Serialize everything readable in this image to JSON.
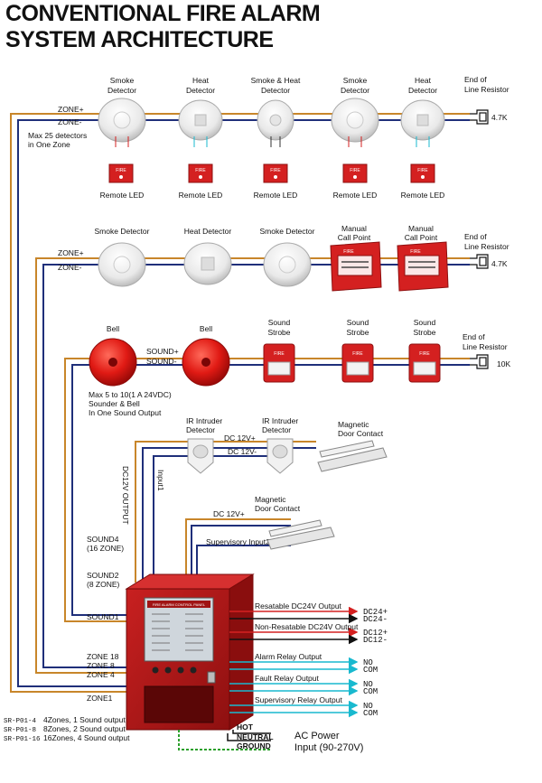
{
  "title": {
    "line1": "CONVENTIONAL FIRE ALARM",
    "line2": "SYSTEM ARCHITECTURE"
  },
  "row1": {
    "zone_plus": "ZONE+",
    "zone_minus": "ZONE-",
    "note_line1": "Max 25 detectors",
    "note_line2": "in One Zone",
    "devices": [
      {
        "line1": "Smoke",
        "line2": "Detector"
      },
      {
        "line1": "Heat",
        "line2": "Detector"
      },
      {
        "line1": "Smoke & Heat",
        "line2": "Detector"
      },
      {
        "line1": "Smoke",
        "line2": "Detector"
      },
      {
        "line1": "Heat",
        "line2": "Detector"
      }
    ],
    "remote_led": "Remote LED",
    "led_text": "FIRE",
    "eol_line1": "End of",
    "eol_line2": "Line Resistor",
    "resistor": "4.7K"
  },
  "row2": {
    "zone_plus": "ZONE+",
    "zone_minus": "ZONE-",
    "smoke1": "Smoke Detector",
    "heat": "Heat Detector",
    "smoke2": "Smoke Detector",
    "mcp1_line1": "Manual",
    "mcp1_line2": "Call Point",
    "mcp2_line1": "Manual",
    "mcp2_line2": "Call Point",
    "mcp_text": "FIRE",
    "eol_line1": "End of",
    "eol_line2": "Line Resistor",
    "resistor": "4.7K"
  },
  "row3": {
    "bell1": "Bell",
    "bell2": "Bell",
    "sound_plus": "SOUND+",
    "sound_minus": "SOUND-",
    "strobes": [
      {
        "line1": "Sound",
        "line2": "Strobe"
      },
      {
        "line1": "Sound",
        "line2": "Strobe"
      },
      {
        "line1": "Sound",
        "line2": "Strobe"
      }
    ],
    "strobe_text": "FIRE",
    "note_line1": "Max 5 to 10(1 A 24VDC)",
    "note_line2": "Sounder & Bell",
    "note_line3": "In One Sound Output",
    "eol_line1": "End of",
    "eol_line2": "Line Resistor",
    "resistor": "10K"
  },
  "row4": {
    "ir1_line1": "IR Intruder",
    "ir1_line2": "Detector",
    "ir2_line1": "IR Intruder",
    "ir2_line2": "Detector",
    "mag_line1": "Magnetic",
    "mag_line2": "Door Contact",
    "dc_plus": "DC 12V+",
    "dc_minus": "DC 12V-",
    "dc_output": "DC12V OUTPUT",
    "input1": "Input1"
  },
  "row5": {
    "dc_plus": "DC 12V+",
    "mag_line1": "Magnetic",
    "mag_line2": "Door Contact",
    "sup_input": "Supervisory Input2"
  },
  "panel": {
    "sound4_line1": "SOUND4",
    "sound4_line2": "(16 ZONE)",
    "sound2_line1": "SOUND2",
    "sound2_line2": "(8 ZONE)",
    "sound1": "SOUND1",
    "zone18": "ZONE 18",
    "zone8": "ZONE 8",
    "zone4": "ZONE 4",
    "zone1": "ZONE1",
    "panel_label": "FIRE ALARM CONTROL PANEL"
  },
  "outputs": [
    {
      "label": "Resatable DC24V Output",
      "t1": "DC24+",
      "t2": "DC24-"
    },
    {
      "label": "Non-Resatable DC24V Output",
      "t1": "DC12+",
      "t2": "DC12-"
    },
    {
      "label": "Alarm Relay Output",
      "t1": "NO",
      "t2": "COM"
    },
    {
      "label": "Fault Relay Output",
      "t1": "NO",
      "t2": "COM"
    },
    {
      "label": "Supervisory Relay Output",
      "t1": "NO",
      "t2": "COM"
    }
  ],
  "models": [
    {
      "code": "SR-P01-4",
      "desc": "4Zones, 1 Sound output"
    },
    {
      "code": "SR-P01-8",
      "desc": "8Zones, 2 Sound output"
    },
    {
      "code": "SR-P01-16",
      "desc": "16Zones, 4 Sound output"
    }
  ],
  "ac": {
    "hot": "HOT",
    "neutral": "NEUTRAL",
    "ground": "GROUND",
    "power_line1": "AC Power",
    "power_line2": "Input (90-270V)"
  },
  "colors": {
    "orange": "#c8862a",
    "navy": "#1f2f7a",
    "red": "#d42020",
    "cyan": "#19b9cf",
    "panel_red": "#b01818",
    "green": "#2ca02c",
    "black": "#111111"
  }
}
